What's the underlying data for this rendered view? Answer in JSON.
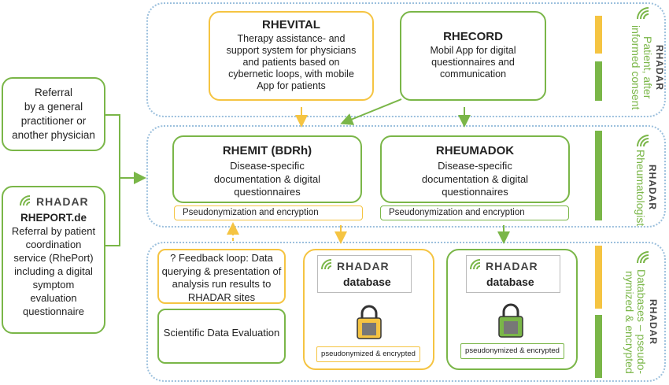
{
  "colors": {
    "green": "#7ab648",
    "orange": "#f5c442",
    "blue_dotted": "#9cc0dd",
    "dark": "#222222"
  },
  "top": {
    "rhevital": {
      "title": "RHEVITAL",
      "body": [
        "Therapy assistance- and",
        "support system for physicians",
        "and patients based on",
        "cybernetic loops, with mobile",
        "App for patients"
      ]
    },
    "rhecord": {
      "title": "RHECORD",
      "body": [
        "Mobil App for digital",
        "questionnaires and",
        "communication"
      ]
    },
    "side_label": [
      "Patient, after",
      "informed consent"
    ]
  },
  "middle": {
    "rhemit": {
      "title": "RHEMIT (BDRh)",
      "body": [
        "Disease-specific",
        "documentation & digital",
        "questionnaires"
      ],
      "strip": "Pseudonymization and encryption"
    },
    "rheumadok": {
      "title": "RHEUMADOK",
      "body": [
        "Disease-specific",
        "documentation & digital",
        "questionnaires"
      ],
      "strip": "Pseudonymization and encryption"
    },
    "side_label": [
      "Rheumatologist"
    ]
  },
  "bottom": {
    "feedback": [
      "? Feedback loop: Data",
      "querying & presentation of",
      "analysis run results to",
      "RHADAR sites"
    ],
    "scientific": "Scientific Data Evaluation",
    "db1": {
      "label": "database",
      "footer": "pseudonymized & encrypted"
    },
    "db2": {
      "label": "database",
      "footer": "pseudonymized & encrypted"
    },
    "side_label": [
      "Databases – pseudo-",
      "nymized & encrypted"
    ]
  },
  "left": {
    "referral": [
      "Referral",
      "by a general",
      "practitioner or",
      "another physician"
    ],
    "rheport": {
      "title": "RHEPORT.de",
      "body": [
        "Referral by patient",
        "coordination",
        "service (RhePort)",
        "including a digital",
        "symptom",
        "evaluation",
        "questionnaire"
      ]
    }
  },
  "logo_text": "RHADAR",
  "icons": [
    "wifi-arcs-icon",
    "padlock-icon",
    "arrow-icon"
  ]
}
